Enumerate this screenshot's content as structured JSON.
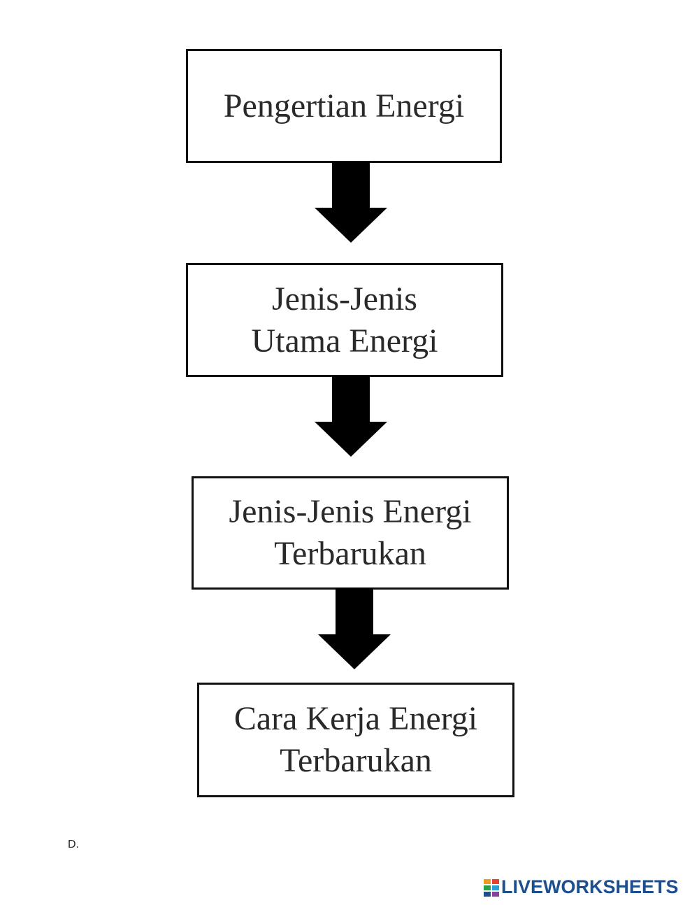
{
  "diagram": {
    "steps": [
      {
        "label": "Pengertian Energi"
      },
      {
        "label": "Jenis-Jenis\nUtama Energi"
      },
      {
        "label": "Jenis-Jenis Energi\nTerbarukan"
      },
      {
        "label": "Cara Kerja Energi\nTerbarukan"
      }
    ]
  },
  "answer": {
    "label": "D."
  },
  "brand": {
    "name": "LIVEWORKSHEETS",
    "color": "#1d4f8f"
  },
  "icons": [
    "arrow-down-icon",
    "liveworksheets-logo-icon"
  ]
}
